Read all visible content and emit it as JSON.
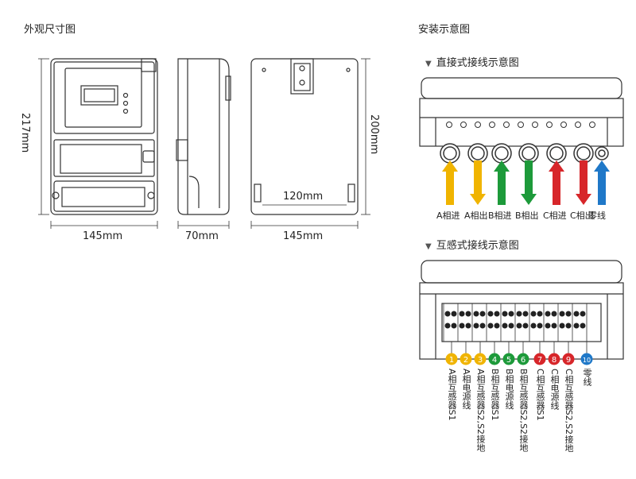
{
  "left": {
    "title": "外观尺寸图",
    "dims": {
      "height_217": "217mm",
      "width_145_front": "145mm",
      "depth_70": "70mm",
      "width_145_back": "145mm",
      "height_200": "200mm",
      "inner_120": "120mm"
    }
  },
  "right": {
    "title": "安装示意图",
    "direct": {
      "title": "直接式接线示意图",
      "arrows": [
        {
          "label": "A相进",
          "dir": "up",
          "color": "#f0b400"
        },
        {
          "label": "A相出",
          "dir": "down",
          "color": "#f0b400"
        },
        {
          "label": "B相进",
          "dir": "up",
          "color": "#1d9a3a"
        },
        {
          "label": "B相出",
          "dir": "down",
          "color": "#1d9a3a"
        },
        {
          "label": "C相进",
          "dir": "up",
          "color": "#d7262a"
        },
        {
          "label": "C相出",
          "dir": "down",
          "color": "#d7262a"
        },
        {
          "label": "零线",
          "dir": "up",
          "color": "#1f78c8"
        }
      ]
    },
    "ct": {
      "title": "互感式接线示意图",
      "terminals": [
        {
          "num": "1",
          "color": "#f0b400",
          "label": "A相互感器S1"
        },
        {
          "num": "2",
          "color": "#f0b400",
          "label": "A相电源线"
        },
        {
          "num": "3",
          "color": "#f0b400",
          "label": "A相互感器S2,S2接地"
        },
        {
          "num": "4",
          "color": "#1d9a3a",
          "label": "B相互感器S1"
        },
        {
          "num": "5",
          "color": "#1d9a3a",
          "label": "B相电源线"
        },
        {
          "num": "6",
          "color": "#1d9a3a",
          "label": "B相互感器S2,S2接地"
        },
        {
          "num": "7",
          "color": "#d7262a",
          "label": "C相互感器S1"
        },
        {
          "num": "8",
          "color": "#d7262a",
          "label": "C相电源线"
        },
        {
          "num": "9",
          "color": "#d7262a",
          "label": "C相互感器S2,S2接地"
        },
        {
          "num": "10",
          "color": "#1f78c8",
          "label": "零线"
        }
      ]
    }
  }
}
